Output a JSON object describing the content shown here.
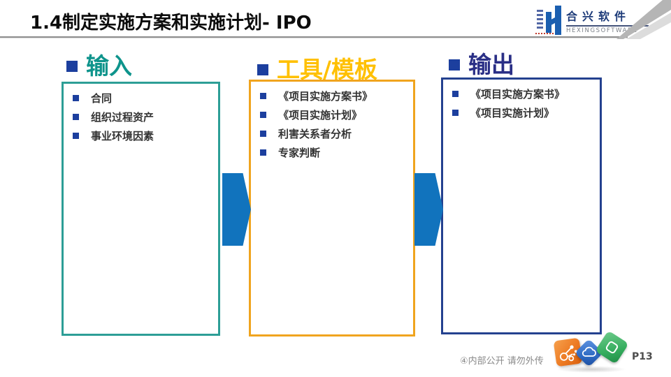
{
  "slide": {
    "title": "1.4制定实施方案和实施计划- IPO",
    "logo": {
      "cn": "合兴软件",
      "en": "HEXINGSOFTWARE"
    },
    "columns": [
      {
        "header": "输入",
        "header_color": "#0E948C",
        "border_color": "#2D9E96",
        "items": [
          "合同",
          "组织过程资产",
          "事业环境因素"
        ]
      },
      {
        "header": "工具/模板",
        "header_color": "#FFC000",
        "border_color": "#F0A41E",
        "items": [
          "《项目实施方案书》",
          "《项目实施计划》",
          "利害关系者分析",
          "专家判断"
        ]
      },
      {
        "header": "输出",
        "header_color": "#2A2F86",
        "border_color": "#24418F",
        "items": [
          "《项目实施方案书》",
          "《项目实施计划》"
        ]
      }
    ],
    "bullet_color": "#1C3F9E",
    "arrow_color": "#1173BD",
    "footer": {
      "notice": "④内部公开 请勿外传",
      "page": "P13",
      "icons": [
        "molecule-cube-icon",
        "cloud-cube-icon",
        "square-cube-icon"
      ],
      "icon_colors": {
        "orange": "#ED7A23",
        "blue": "#2F6BC4",
        "green": "#35AD5E"
      }
    }
  }
}
